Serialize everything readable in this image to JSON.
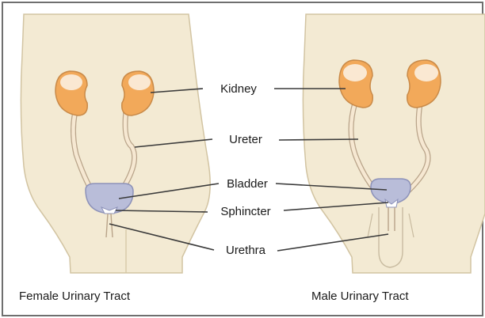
{
  "labels": {
    "kidney": "Kidney",
    "ureter": "Ureter",
    "bladder": "Bladder",
    "sphincter": "Sphincter",
    "urethra": "Urethra"
  },
  "captions": {
    "female": "Female Urinary Tract",
    "male": "Male Urinary Tract"
  },
  "colors": {
    "frame": "#6f6f6f",
    "body_fill": "#f3ead3",
    "body_outline": "#d2c4a2",
    "kidney_fill": "#f2a95a",
    "kidney_highlight": "#fbf3e8",
    "kidney_outline": "#c98a48",
    "tube_fill": "#f6e8d2",
    "tube_outline": "#b8a389",
    "bladder_fill": "#b9bdd9",
    "bladder_outline": "#8d92b9",
    "leader_line": "#3a3a3a"
  }
}
